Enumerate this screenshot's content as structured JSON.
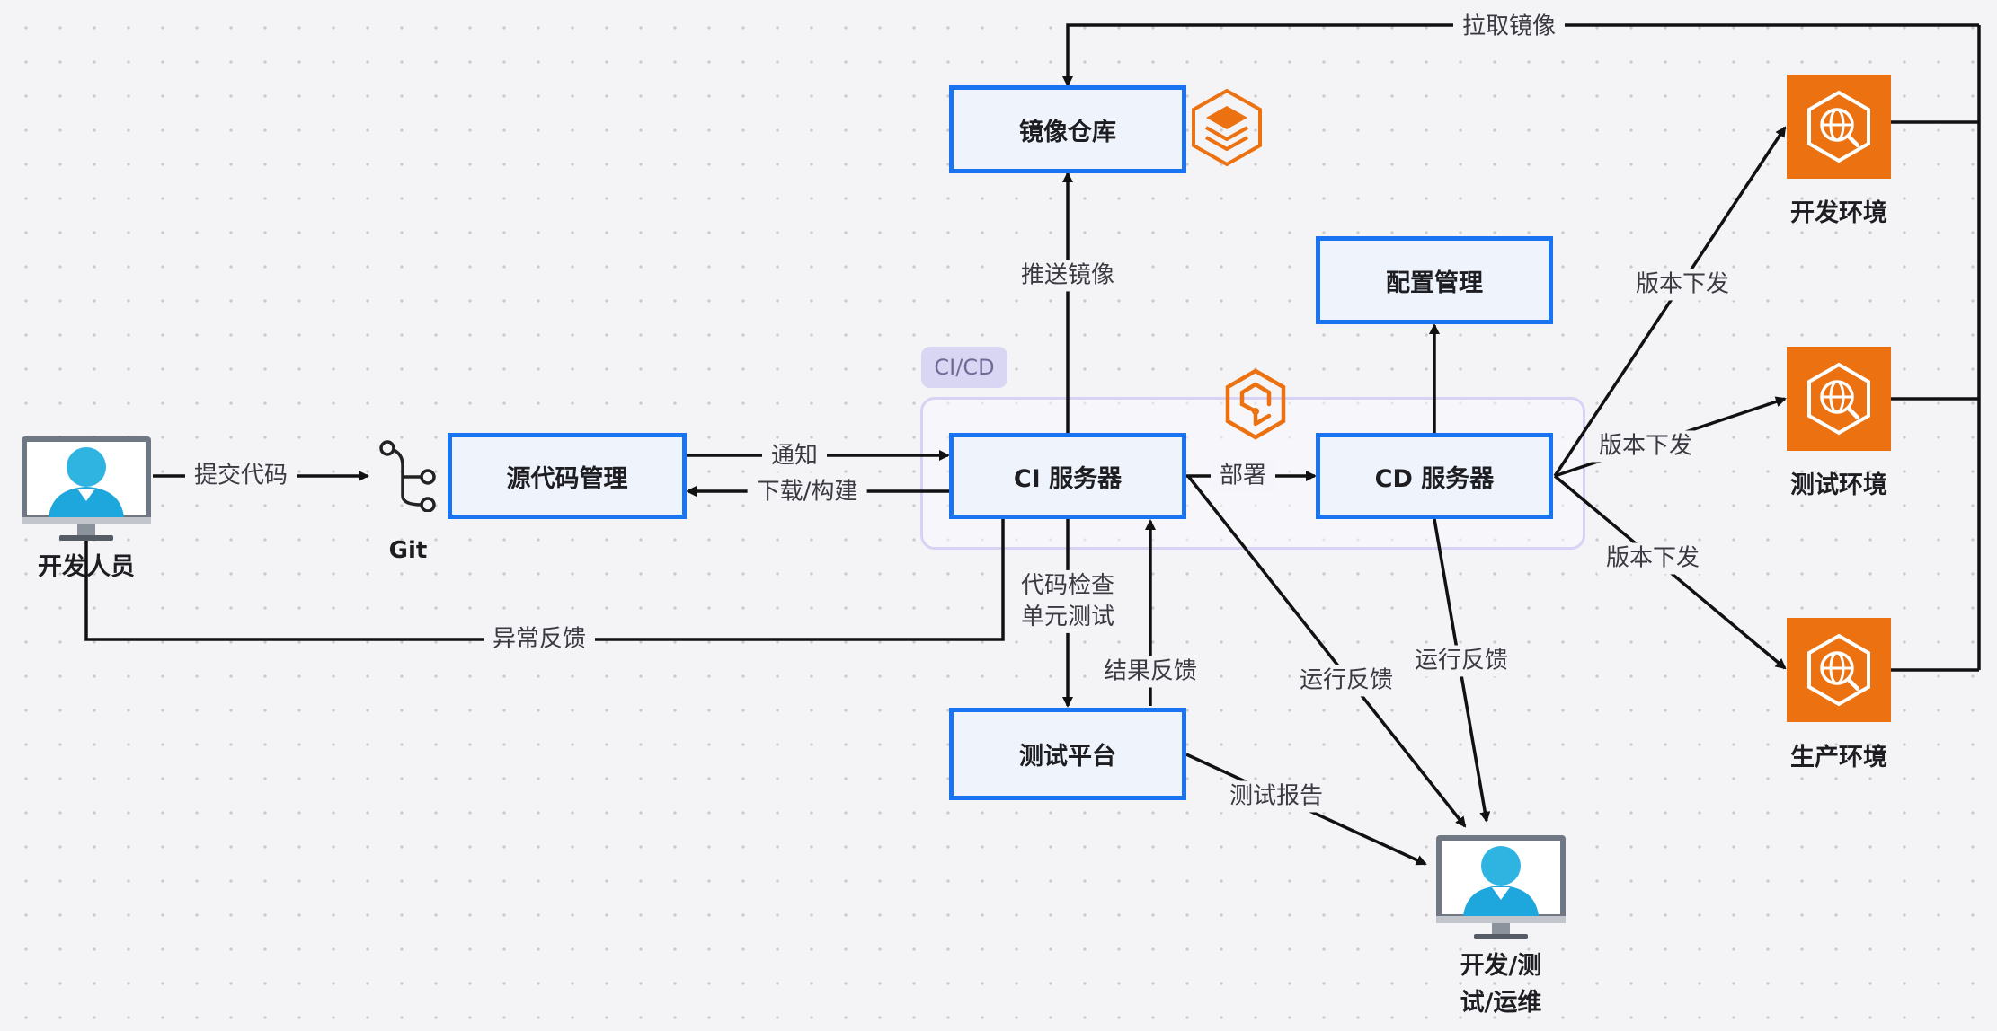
{
  "group": {
    "label": "CI/CD"
  },
  "nodes": {
    "registry": "镜像仓库",
    "source": "源代码管理",
    "ci": "CI 服务器",
    "cd": "CD 服务器",
    "config": "配置管理",
    "test": "测试平台"
  },
  "actors": {
    "developer": "开发人员",
    "git": "Git",
    "ops_line1": "开发/测",
    "ops_line2": "试/运维"
  },
  "environments": {
    "dev": "开发环境",
    "test": "测试环境",
    "prod": "生产环境"
  },
  "edge_labels": {
    "pull_image": "拉取镜像",
    "push_image": "推送镜像",
    "commit_code": "提交代码",
    "notify": "通知",
    "download_build": "下载/构建",
    "deploy": "部署",
    "code_check": "代码检查",
    "unit_test": "单元测试",
    "result_feedback": "结果反馈",
    "error_feedback": "异常反馈",
    "run_feedback_ci": "运行反馈",
    "run_feedback_cd": "运行反馈",
    "test_report": "测试报告",
    "release_dev": "版本下发",
    "release_test": "版本下发",
    "release_prod": "版本下发"
  },
  "colors": {
    "node_border": "#1a73f0",
    "node_fill": "#eef3fc",
    "accent_orange": "#ec7211",
    "arrow": "#111111",
    "group_border": "#d6d3f5"
  },
  "icons": {
    "registry": "layers-hexagon-icon",
    "cicd": "hexagon-link-icon",
    "git": "git-branch-icon",
    "environment": "globe-search-icon",
    "person": "computer-user-icon"
  }
}
